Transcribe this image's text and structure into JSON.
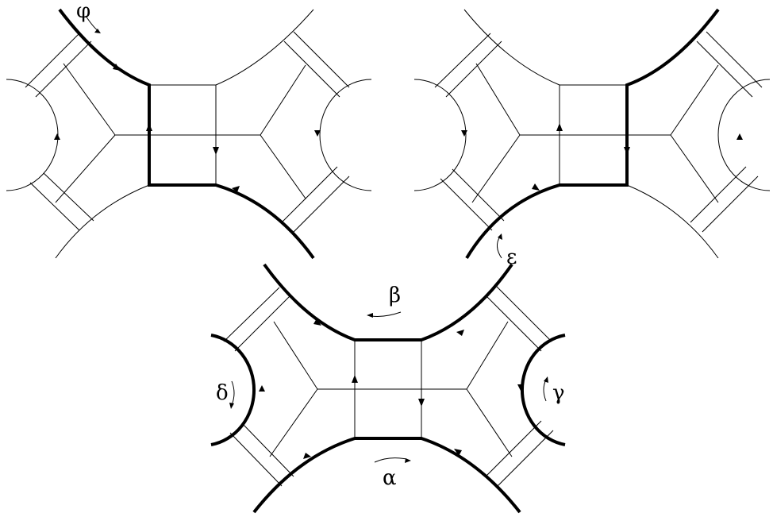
{
  "labels": {
    "phi": "φ",
    "epsilon": "ε",
    "beta": "β",
    "delta": "δ",
    "gamma": "γ",
    "alpha": "α"
  },
  "colors": {
    "stroke": "#000000",
    "background": "#ffffff"
  }
}
